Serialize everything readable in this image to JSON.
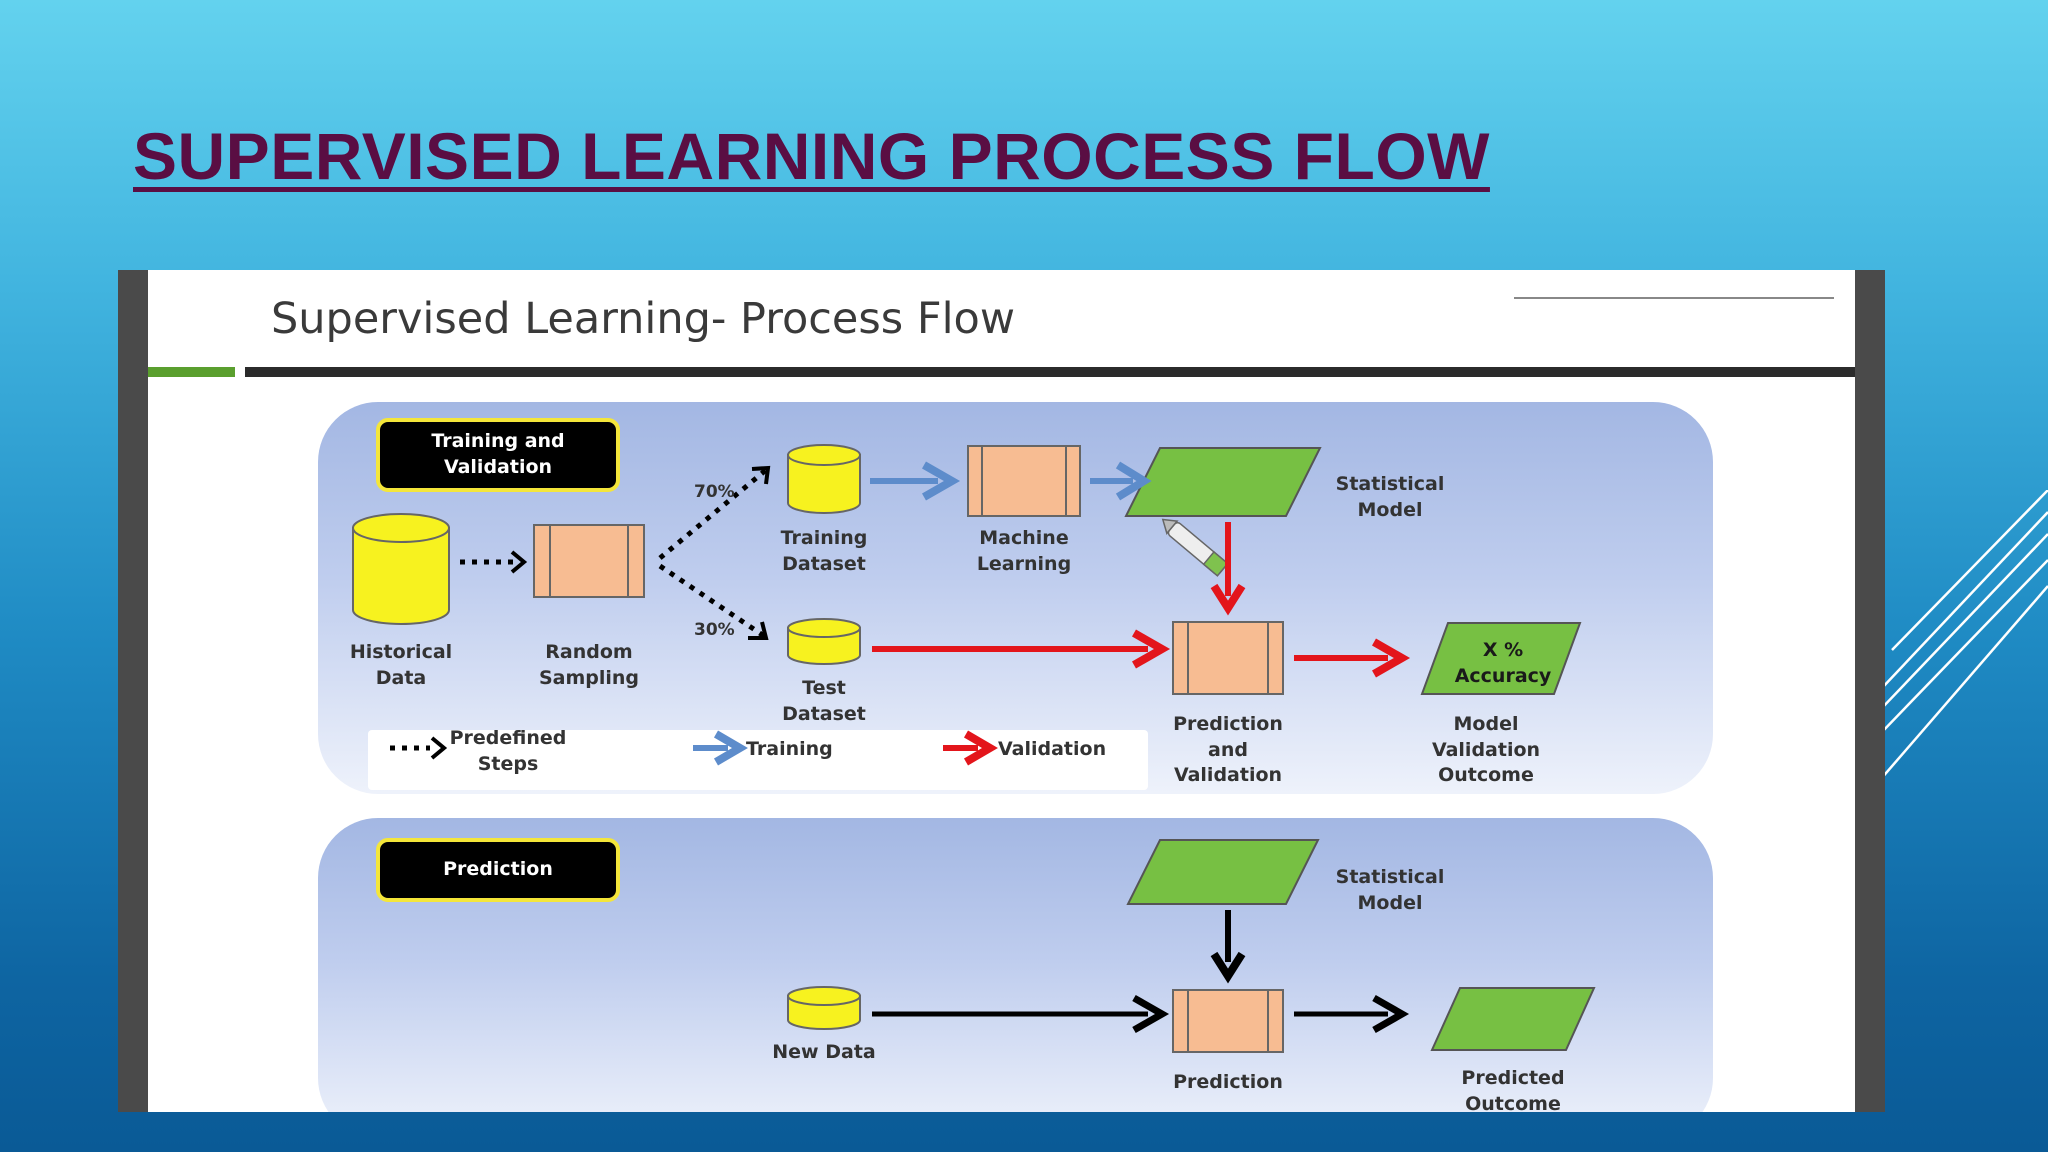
{
  "slide": {
    "title": "SUPERVISED LEARNING PROCESS FLOW"
  },
  "figure": {
    "title": "Supervised Learning- Process Flow",
    "top_section": {
      "badge": "Training and\nValidation",
      "historical_data": "Historical\nData",
      "random_sampling": "Random\nSampling",
      "split_70": "70%",
      "split_30": "30%",
      "training_dataset": "Training\nDataset",
      "test_dataset": "Test\nDataset",
      "machine_learning": "Machine\nLearning",
      "statistical_model": "Statistical\nModel",
      "prediction_validation": "Prediction\nand\nValidation",
      "accuracy": "X %\nAccuracy",
      "model_validation_outcome": "Model\nValidation\nOutcome"
    },
    "legend": {
      "predefined_steps": "Predefined\nSteps",
      "training": "Training",
      "validation": "Validation"
    },
    "bottom_section": {
      "badge": "Prediction",
      "statistical_model": "Statistical\nModel",
      "new_data": "New Data",
      "prediction": "Prediction",
      "predicted_outcome": "Predicted\nOutcome"
    },
    "colors": {
      "cylinder": "#f7f21f",
      "process_box": "#f7bc92",
      "parallelogram": "#77c043",
      "training_arrow": "#5d8ccb",
      "validation_arrow": "#e3151b",
      "predefined_arrow": "#000000"
    }
  }
}
